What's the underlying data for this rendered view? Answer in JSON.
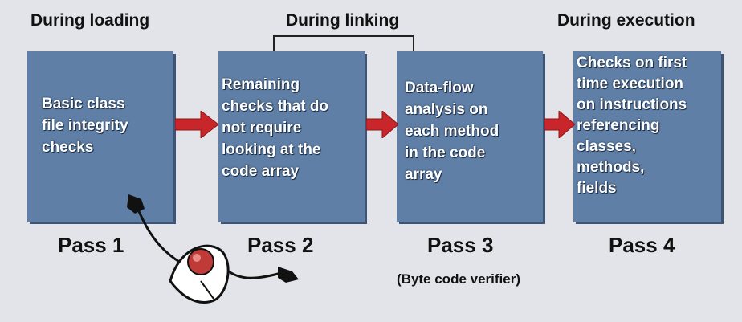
{
  "phases": {
    "loading": "During loading",
    "linking": "During linking",
    "execution": "During execution"
  },
  "boxes": [
    {
      "text": "Basic class\nfile integrity\nchecks",
      "pass": "Pass 1"
    },
    {
      "text": "Remaining\nchecks that do\nnot require\nlooking at the\ncode array",
      "pass": "Pass 2"
    },
    {
      "text": "Data-flow\nanalysis on\neach method\nin the code\narray",
      "pass": "Pass 3"
    },
    {
      "text": "Checks on first\ntime execution\non instructions\nreferencing\nclasses,\nmethods,\nfields",
      "pass": "Pass 4"
    }
  ],
  "note": "(Byte code verifier)",
  "colors": {
    "box": "#5f7fa6",
    "arrow": "#c8262a",
    "background": "#e2e4ea"
  },
  "icons": {
    "arrow": "right-arrow-icon",
    "mascot": "duke-mascot-icon"
  }
}
